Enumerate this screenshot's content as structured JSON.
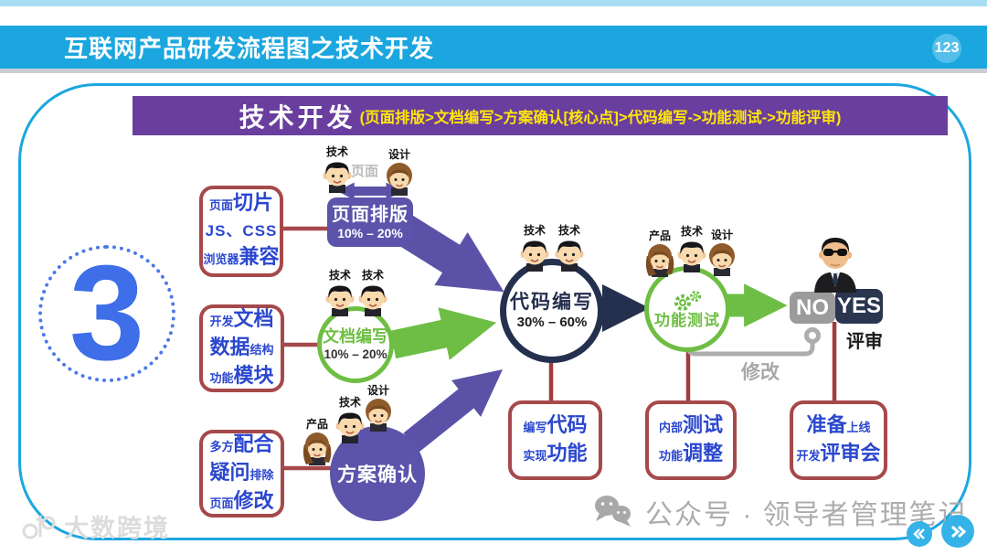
{
  "header": {
    "title": "互联网产品研发流程图之技术开发",
    "page_number": "123"
  },
  "banner": {
    "title": "技术开发",
    "subtitle": "(页面排版>文档编写>方案确认[核心点]>代码编写->功能测试->功能评审)"
  },
  "step_number": "3",
  "left_boxes": [
    {
      "lines": [
        [
          "页面",
          "切片"
        ],
        [
          "JS、CSS"
        ],
        [
          "浏览器",
          "兼容"
        ]
      ]
    },
    {
      "lines": [
        [
          "开发",
          "文档"
        ],
        [
          "数据",
          "结构"
        ],
        [
          "功能",
          "模块"
        ]
      ]
    },
    {
      "lines": [
        [
          "多方",
          "配合"
        ],
        [
          "疑问",
          "排除"
        ],
        [
          "页面",
          "修改"
        ]
      ]
    }
  ],
  "nodes": {
    "page_layout": {
      "label": "页面排版",
      "percent": "10% – 20%"
    },
    "doc_write": {
      "label": "文档编写",
      "percent": "10% – 20%"
    },
    "plan_confirm": {
      "label": "方案确认"
    },
    "coding": {
      "label": "代码编写",
      "percent": "30% – 60%"
    },
    "func_test": {
      "label": "功能测试"
    },
    "review": {
      "no": "NO",
      "yes": "YES",
      "label": "评审"
    },
    "feedback_label": "修改",
    "pair_label": "页面"
  },
  "avatar_groups": [
    {
      "people": [
        {
          "role": "技术"
        },
        {
          "role": "设计"
        }
      ]
    },
    {
      "people": [
        {
          "role": "技术"
        },
        {
          "role": "技术"
        }
      ]
    },
    {
      "people": [
        {
          "role": "产品"
        },
        {
          "role": "技术"
        },
        {
          "role": "设计"
        }
      ]
    },
    {
      "people": [
        {
          "role": "技术"
        },
        {
          "role": "技术"
        }
      ]
    },
    {
      "people": [
        {
          "role": "产品"
        },
        {
          "role": "技术"
        },
        {
          "role": "设计"
        }
      ]
    }
  ],
  "bottom_boxes": [
    {
      "lines": [
        [
          "编写",
          "代码"
        ],
        [
          "实现",
          "功能"
        ]
      ]
    },
    {
      "lines": [
        [
          "内部",
          "测试"
        ],
        [
          "功能",
          "调整"
        ]
      ]
    },
    {
      "lines": [
        [
          "准备",
          "上线"
        ],
        [
          "开发",
          "评审会"
        ]
      ]
    }
  ],
  "watermarks": {
    "brand": "大数跨境",
    "channel": "公众号 · 领导者管理笔记"
  },
  "colors": {
    "accent_cyan": "#1BA6DF",
    "banner_purple": "#6A3E9E",
    "node_purple": "#5C53AA",
    "green": "#6FBE44",
    "navy": "#25304E",
    "box_border_red": "#A6494B",
    "box_text_blue": "#2B47CE",
    "banner_yellow": "#FFE60A",
    "connector_red": "#A13C3C"
  }
}
